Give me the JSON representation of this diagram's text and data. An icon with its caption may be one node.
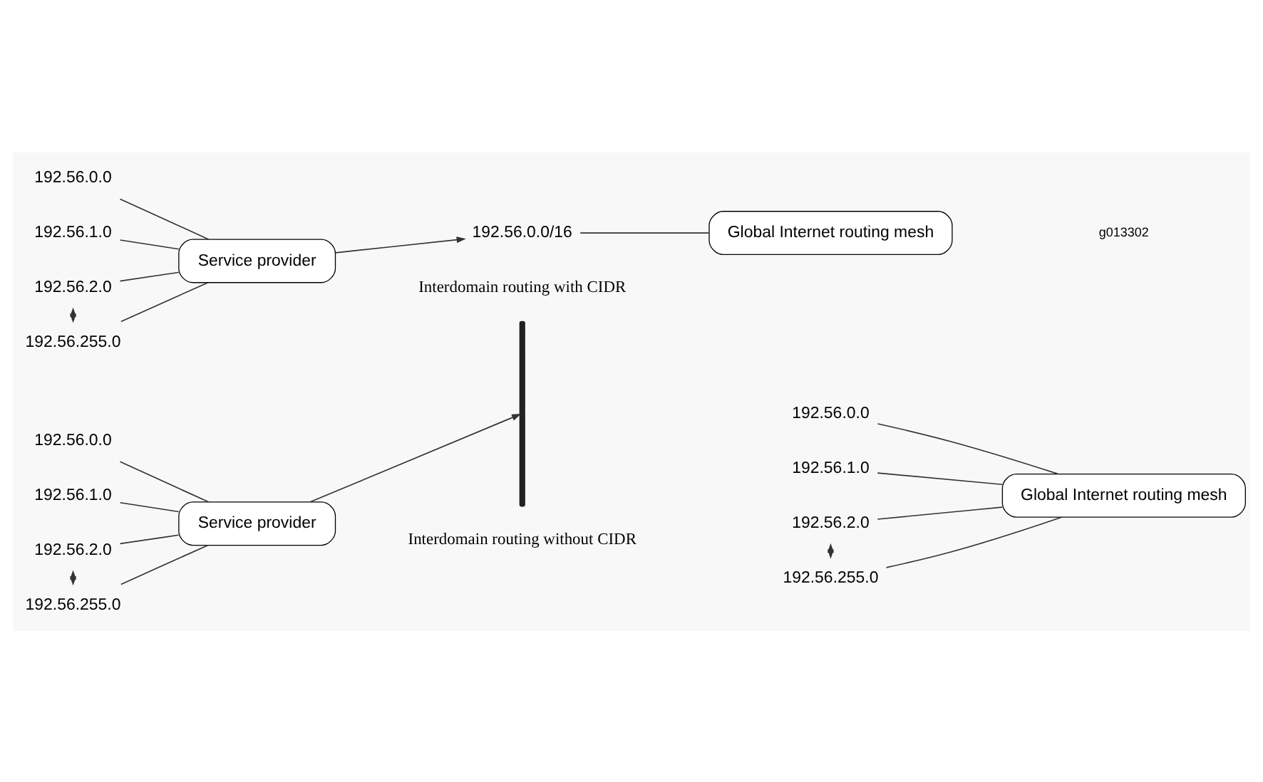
{
  "diagram": {
    "nodes": [
      {
        "text": [
          "192.56.0.0"
        ]
      },
      {
        "text": [
          "192.56.1.0"
        ]
      },
      {
        "text": [
          "192.56.2.0"
        ]
      },
      {
        "text": [
          "192.56.255.0"
        ]
      },
      {
        "text": [
          "Service provider"
        ]
      },
      {
        "text": [],
        "shape": "brace"
      },
      {
        "text": [
          "192.56.0.0"
        ]
      },
      {
        "text": [
          "192.56.1.0"
        ]
      },
      {
        "text": [
          "192.56.2.0"
        ]
      },
      {
        "text": [
          "192.56.255.0"
        ]
      },
      {
        "text": [
          "Global Internet routing mesh"
        ]
      },
      {
        "text": [
          "192.56.0.0"
        ]
      },
      {
        "text": [
          "192.56.1.0"
        ]
      },
      {
        "text": [
          "192.56.2.0"
        ]
      },
      {
        "text": [
          "192.56.255.0"
        ]
      },
      {
        "text": [
          "Service provider"
        ]
      },
      {
        "text": [
          "192.56.0.0/16"
        ]
      },
      {
        "text": [
          "Global Internet routing mesh"
        ]
      }
    ],
    "edges": [
      {
        "from": 0,
        "to": 4,
        "arrow": "none"
      },
      {
        "from": 1,
        "to": 4,
        "arrow": "none"
      },
      {
        "from": 2,
        "to": 4,
        "arrow": "none"
      },
      {
        "from": 3,
        "to": 4,
        "arrow": "none"
      },
      {
        "from": 2,
        "to": 3,
        "arrow": "both"
      },
      {
        "from": 4,
        "to": 5,
        "arrow": "to"
      },
      {
        "from": 6,
        "to": 10,
        "arrow": "none"
      },
      {
        "from": 7,
        "to": 10,
        "arrow": "none"
      },
      {
        "from": 8,
        "to": 10,
        "arrow": "none"
      },
      {
        "from": 9,
        "to": 10,
        "arrow": "none"
      },
      {
        "from": 8,
        "to": 9,
        "arrow": "both"
      },
      {
        "from": 11,
        "to": 15,
        "arrow": "none"
      },
      {
        "from": 12,
        "to": 15,
        "arrow": "none"
      },
      {
        "from": 13,
        "to": 15,
        "arrow": "none"
      },
      {
        "from": 14,
        "to": 15,
        "arrow": "none"
      },
      {
        "from": 13,
        "to": 14,
        "arrow": "both"
      },
      {
        "from": 15,
        "to": 16,
        "arrow": "to"
      },
      {
        "from": 16,
        "to": 17,
        "arrow": "none"
      }
    ],
    "labels": [
      "Interdomain routing without CIDR",
      "Interdomain routing with CIDR",
      "g013302"
    ]
  }
}
